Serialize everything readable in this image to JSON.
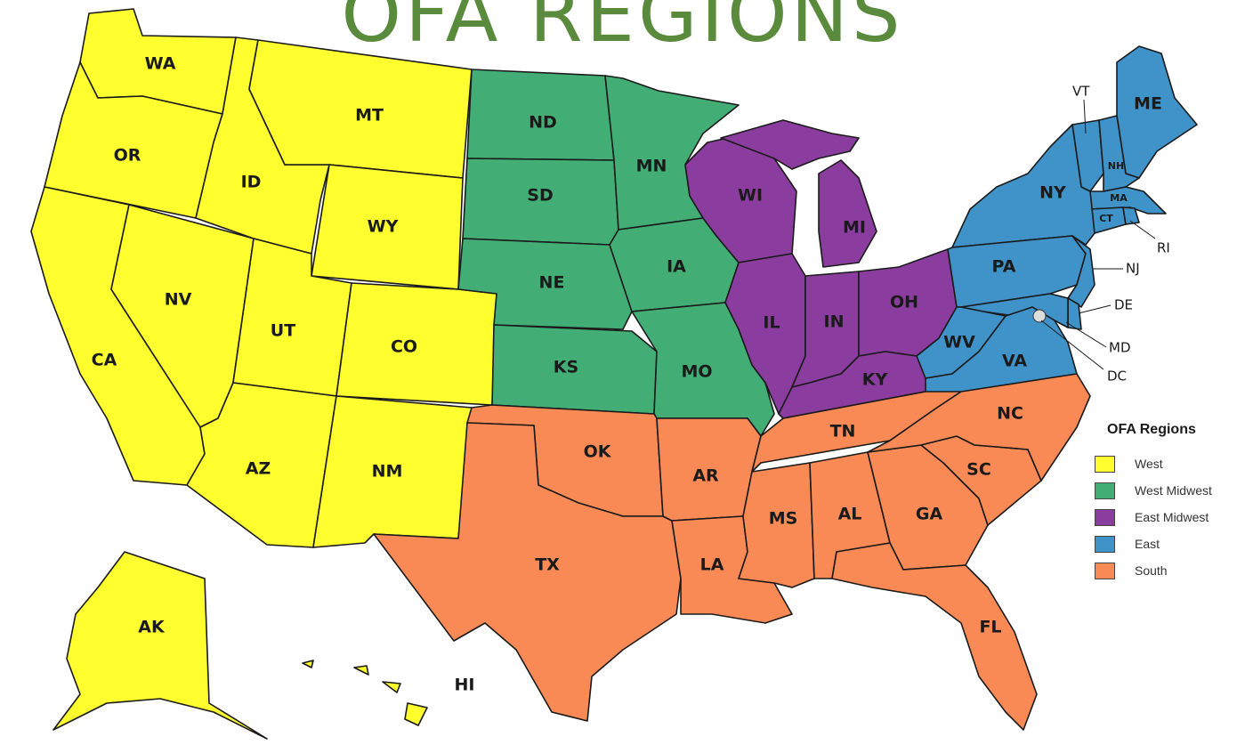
{
  "title": "OFA REGIONS",
  "colors": {
    "west": "#ffff2f",
    "west_midwest": "#42ae76",
    "east_midwest": "#8a3d9f",
    "east": "#3f93c9",
    "south": "#fa8a55"
  },
  "legend": {
    "title": "OFA Regions",
    "items": [
      {
        "label": "West",
        "color": "#ffff2f"
      },
      {
        "label": "West Midwest",
        "color": "#42ae76"
      },
      {
        "label": "East Midwest",
        "color": "#8a3d9f"
      },
      {
        "label": "East",
        "color": "#3f93c9"
      },
      {
        "label": "South",
        "color": "#fa8a55"
      }
    ]
  },
  "states": {
    "WA": "WA",
    "OR": "OR",
    "CA": "CA",
    "NV": "NV",
    "ID": "ID",
    "MT": "MT",
    "WY": "WY",
    "UT": "UT",
    "CO": "CO",
    "AZ": "AZ",
    "NM": "NM",
    "AK": "AK",
    "HI": "HI",
    "ND": "ND",
    "SD": "SD",
    "NE": "NE",
    "KS": "KS",
    "MN": "MN",
    "IA": "IA",
    "MO": "MO",
    "WI": "WI",
    "MI": "MI",
    "IL": "IL",
    "IN": "IN",
    "OH": "OH",
    "KY": "KY",
    "ME": "ME",
    "VT": "VT",
    "NH": "NH",
    "MA": "MA",
    "CT": "CT",
    "RI": "RI",
    "NY": "NY",
    "NJ": "NJ",
    "PA": "PA",
    "DE": "DE",
    "MD": "MD",
    "DC": "DC",
    "WV": "WV",
    "VA": "VA",
    "OK": "OK",
    "TX": "TX",
    "AR": "AR",
    "LA": "LA",
    "TN": "TN",
    "MS": "MS",
    "AL": "AL",
    "GA": "GA",
    "FL": "FL",
    "SC": "SC",
    "NC": "NC"
  }
}
